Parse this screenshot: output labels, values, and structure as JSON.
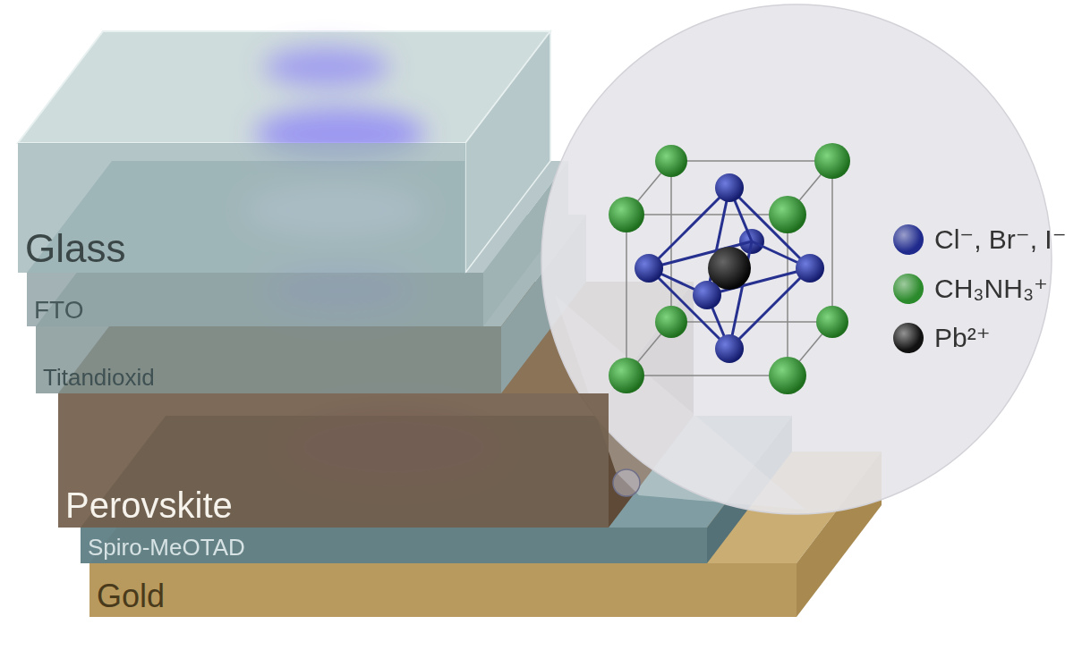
{
  "diagram": {
    "nodes": [
      {
        "text": [
          "Glass"
        ]
      },
      {
        "text": [
          "FTO"
        ]
      },
      {
        "text": [
          "Titandioxid"
        ]
      },
      {
        "text": [
          "Perovskite"
        ]
      },
      {
        "text": [
          "Spiro-MeOTAD"
        ]
      },
      {
        "text": [
          "Gold"
        ]
      }
    ],
    "legend": [
      {
        "text": "Cl⁻, Br⁻, I⁻",
        "color": "#1f2a8c"
      },
      {
        "text": "CH₃NH₃⁺",
        "color": "#2b8a2b"
      },
      {
        "text": "Pb²⁺",
        "color": "#111111"
      }
    ]
  }
}
